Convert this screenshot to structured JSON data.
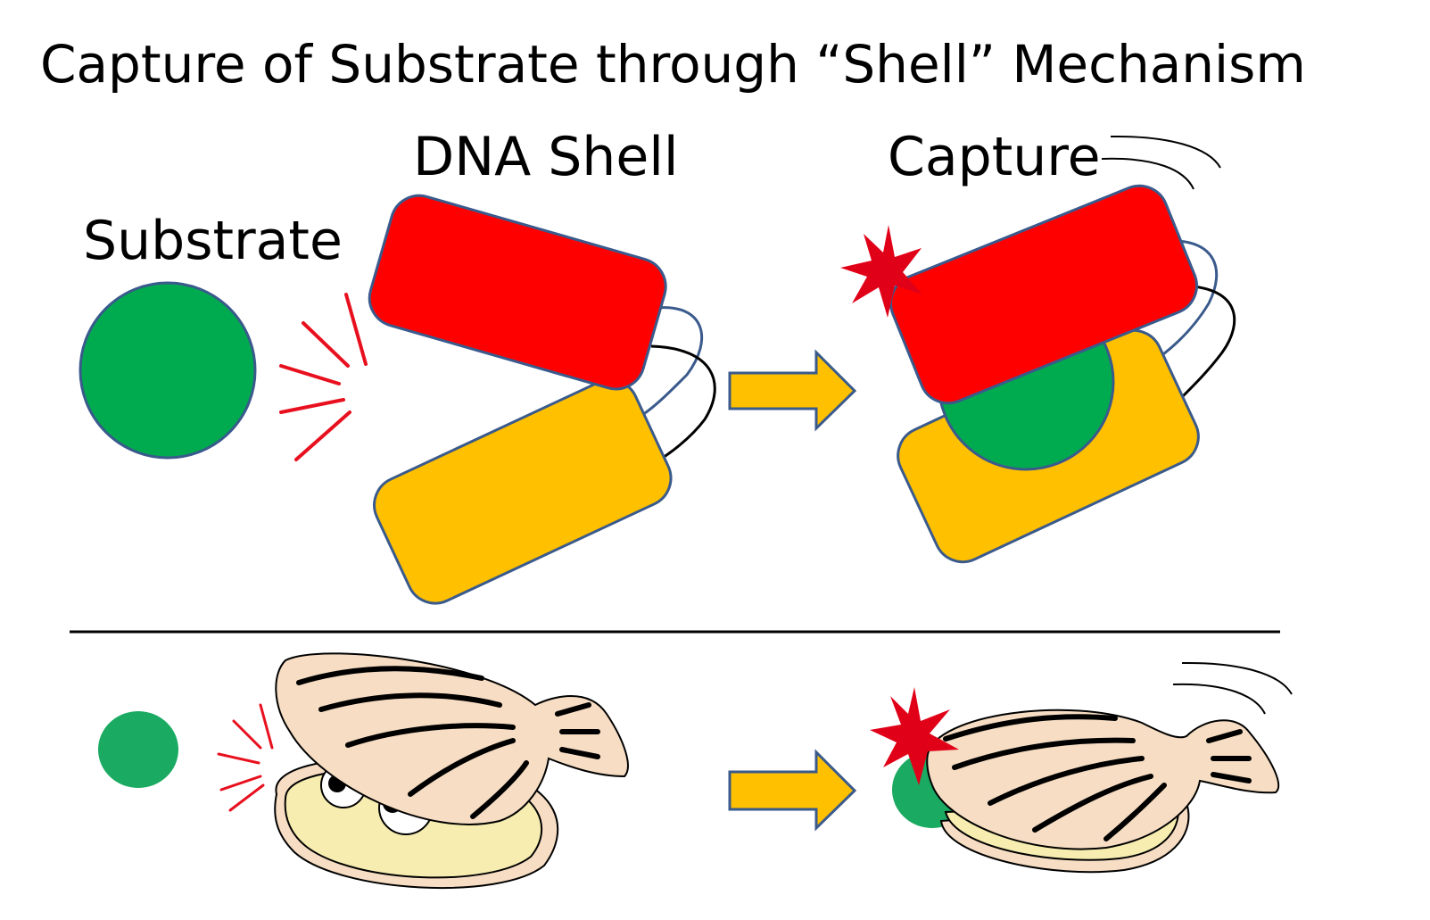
{
  "title": "Capture of Substrate through “Shell” Mechanism",
  "labels": {
    "substrate": "Substrate",
    "dna_shell": "DNA Shell",
    "capture": "Capture"
  },
  "colors": {
    "substrate": "#00AA4F",
    "substrate_cartoon": "#1AAA62",
    "shell_top": "#FF0000",
    "shell_bottom": "#FFC000",
    "outline": "#3A5A8C",
    "arrow": "#FFC000",
    "burst": "#E00018",
    "clam_shell": "#F6DDC3",
    "clam_inner": "#F7EDB0"
  }
}
